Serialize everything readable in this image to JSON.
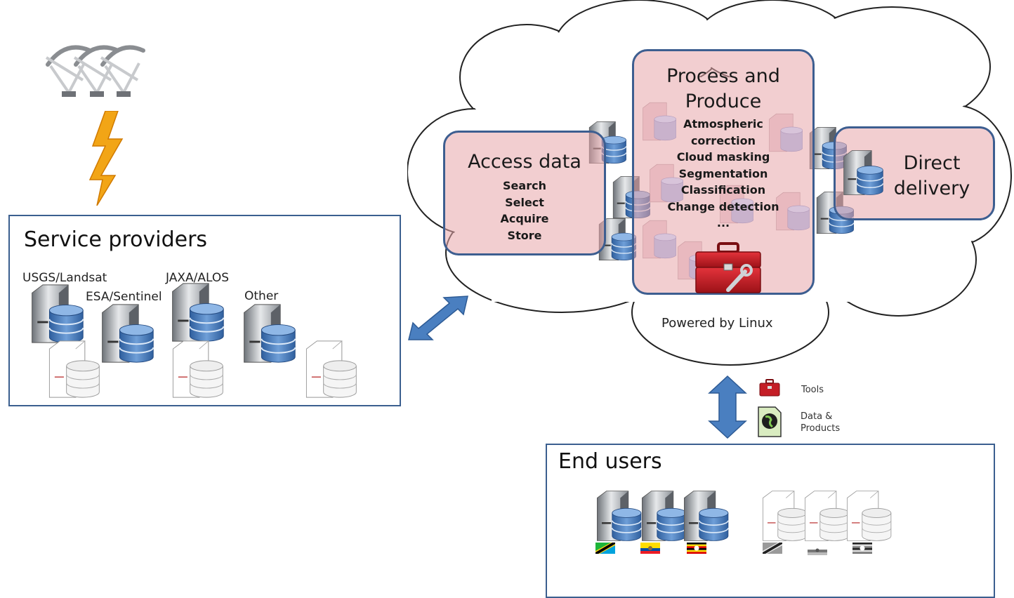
{
  "service_providers": {
    "title": "Service providers",
    "sources": [
      {
        "label": "USGS/Landsat"
      },
      {
        "label": "ESA/Sentinel"
      },
      {
        "label": "JAXA/ALOS"
      },
      {
        "label": "Other"
      }
    ]
  },
  "cloud": {
    "access": {
      "title": "Access data",
      "items": [
        "Search",
        "Select",
        "Acquire",
        "Store"
      ]
    },
    "process": {
      "title_line1": "Process and",
      "title_line2": "Produce",
      "items": [
        "Atmospheric",
        "correction",
        "Cloud masking",
        "Segmentation",
        "Classification",
        "Change detection",
        "..."
      ]
    },
    "delivery": {
      "title_line1": "Direct",
      "title_line2": "delivery"
    },
    "footer": "Powered by Linux"
  },
  "legend": {
    "tools": "Tools",
    "data_line1": "Data &",
    "data_line2": "Products"
  },
  "end_users": {
    "title": "End users"
  },
  "colors": {
    "panel_border": "#3b5f8f",
    "box_fill": "#e8a5aa",
    "arrow": "#4a7fc0",
    "toolbox": "#c41e26",
    "bolt": "#f2a516"
  }
}
